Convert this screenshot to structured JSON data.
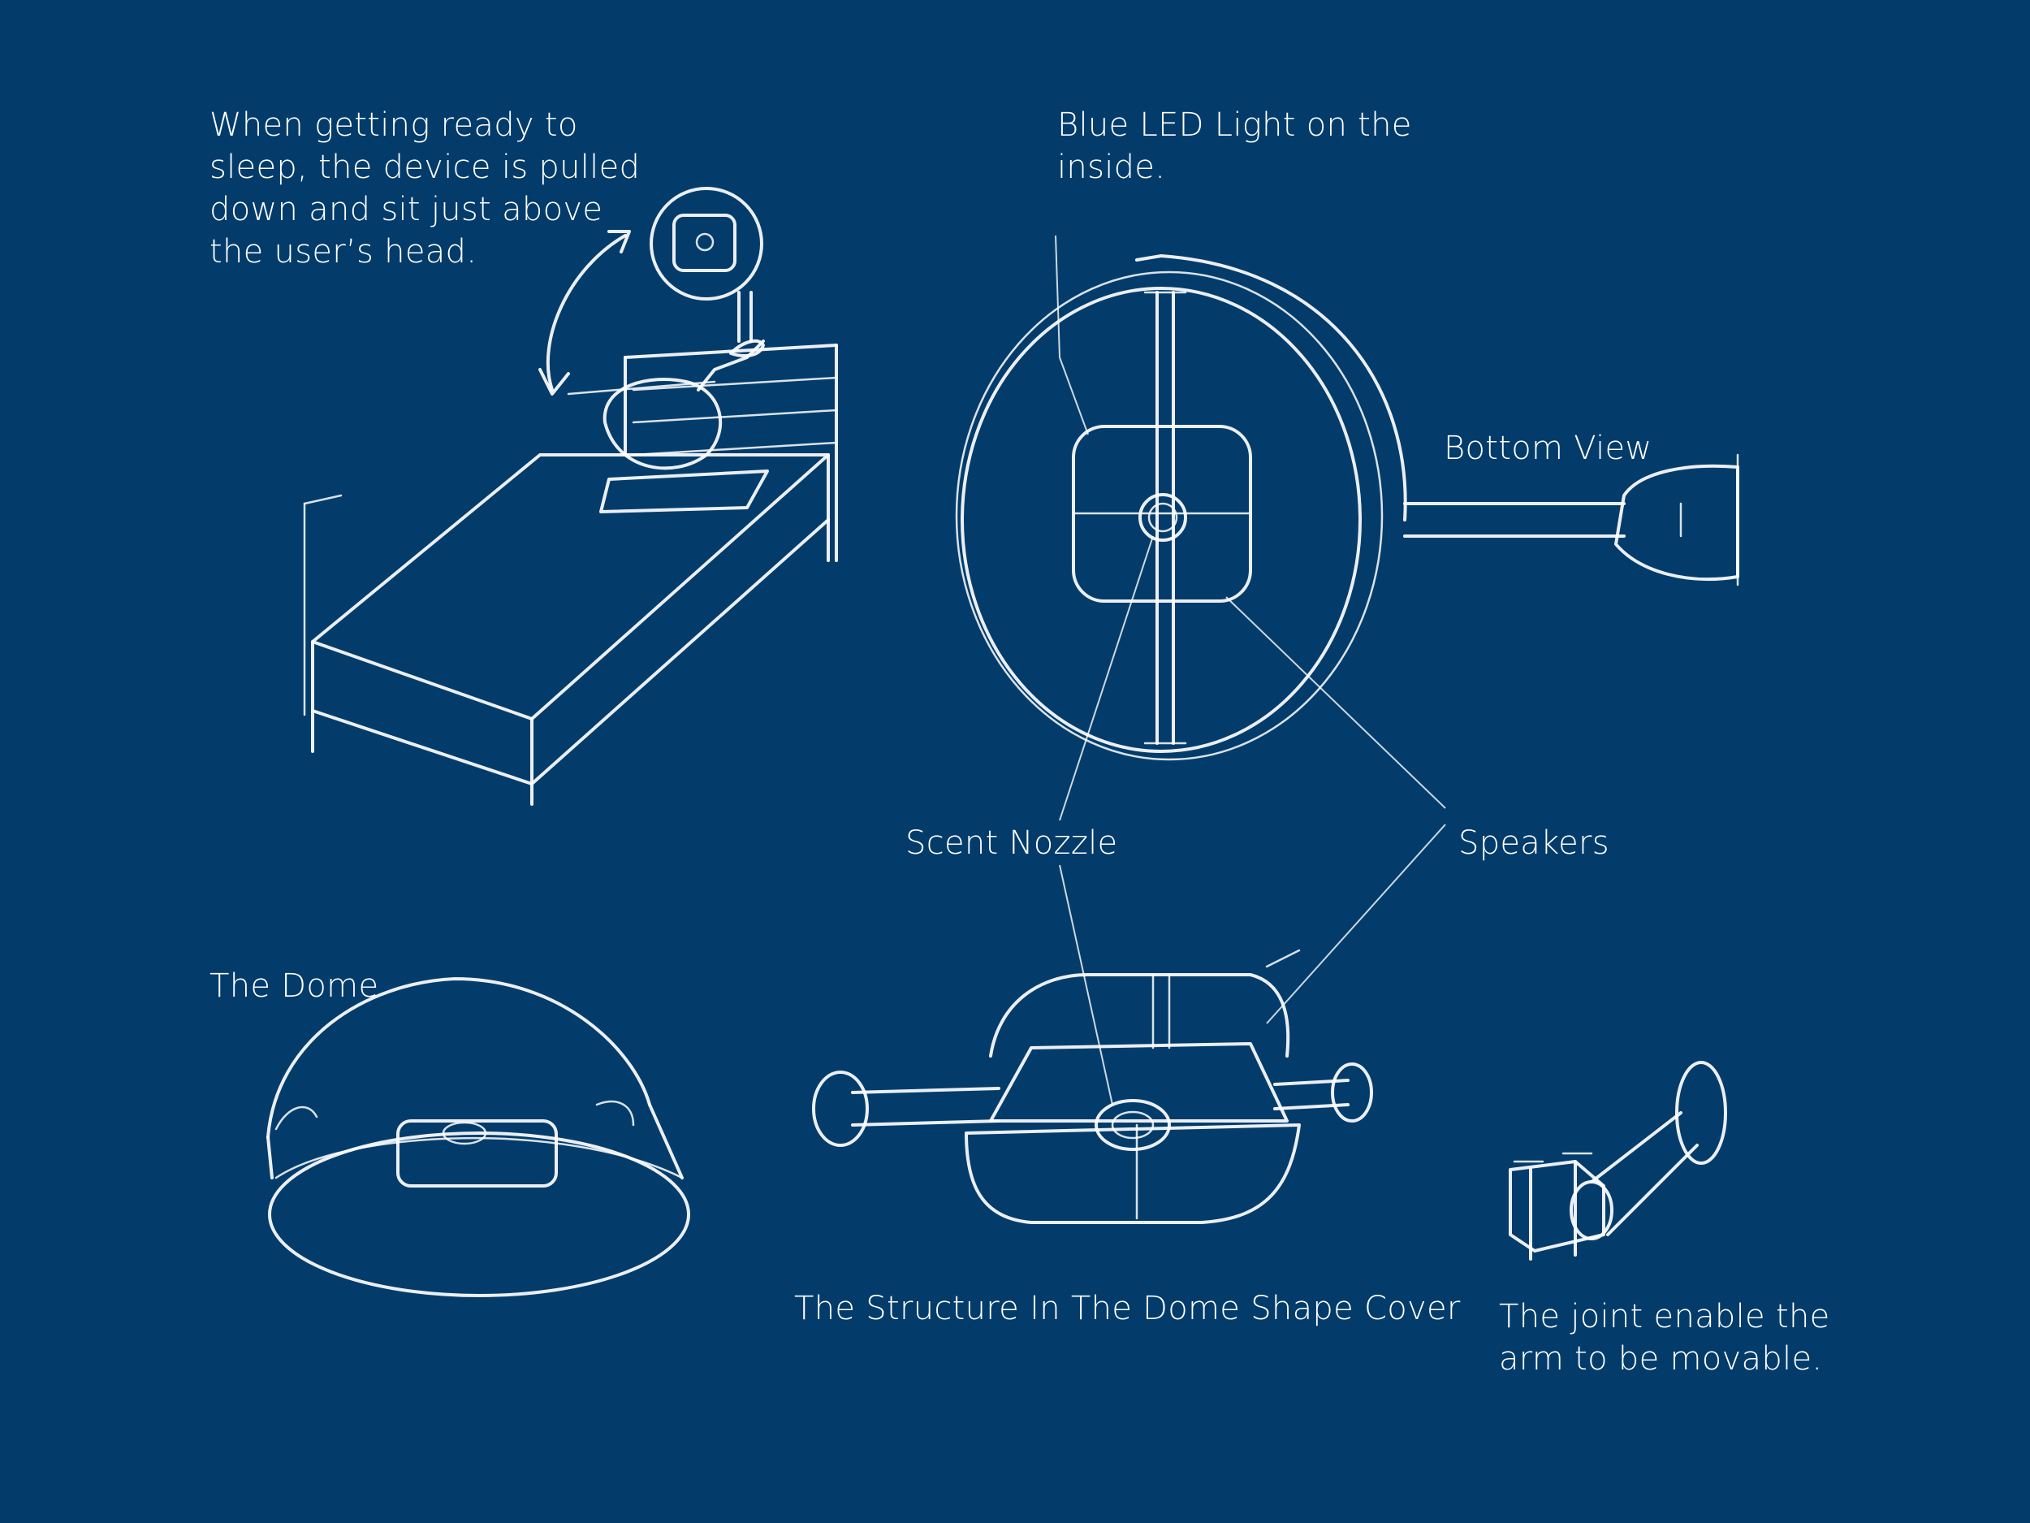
{
  "annotations": {
    "intro": "When getting ready to\nsleep, the device is pulled\ndown and sit just above\nthe user’s head.",
    "led": "Blue LED Light on the\ninside.",
    "bottom_view": "Bottom View",
    "scent_nozzle": "Scent Nozzle",
    "speakers": "Speakers",
    "dome": "The Dome",
    "structure": "The Structure In The Dome Shape Cover",
    "joint": "The joint enable the\narm to be movable."
  },
  "colors": {
    "background": "#033c6a",
    "sketch": "#ffffff"
  }
}
